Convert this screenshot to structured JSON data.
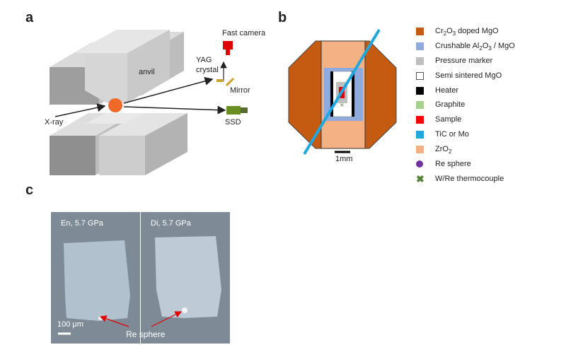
{
  "panels": {
    "a": "a",
    "b": "b",
    "c": "c"
  },
  "panel_a": {
    "fast_camera": "Fast camera",
    "yag": "YAG",
    "crystal": "crystal",
    "mirror": "Mirror",
    "anvil": "anvil",
    "xray": "X-ray",
    "ssd": "SSD"
  },
  "panel_b": {
    "scale": "1mm",
    "legend": [
      {
        "pre": "Cr",
        "sub1": "2",
        "mid": "O",
        "sub2": "3",
        "post": " doped MgO",
        "color": "#c55a11",
        "shape": "square"
      },
      {
        "pre": "Crushable Al",
        "sub1": "2",
        "mid": "O",
        "sub2": "3",
        "post": " / MgO",
        "color": "#8faadc",
        "shape": "square"
      },
      {
        "pre": "Pressure marker",
        "color": "#bfbfbf",
        "shape": "square"
      },
      {
        "pre": "Semi sintered MgO",
        "color": "#ffffff",
        "shape": "square"
      },
      {
        "pre": "Heater",
        "color": "#000000",
        "shape": "square"
      },
      {
        "pre": "Graphite",
        "color": "#a9d18e",
        "shape": "square"
      },
      {
        "pre": "Sample",
        "color": "#ff0000",
        "shape": "square"
      },
      {
        "pre": "TiC or Mo",
        "color": "#1fa8e0",
        "shape": "square"
      },
      {
        "pre": "ZrO",
        "sub1": "2",
        "color": "#f4b183",
        "shape": "square"
      },
      {
        "pre": "Re sphere",
        "color": "#7030a0",
        "shape": "circle"
      },
      {
        "pre": "W/Re thermocouple",
        "color": "#548235",
        "shape": "cross"
      }
    ]
  },
  "panel_c": {
    "left_title": "En, 5.7 GPa",
    "right_title": "Di, 5.7 GPa",
    "scale": "100 μm",
    "re_sphere": "Re sphere"
  }
}
